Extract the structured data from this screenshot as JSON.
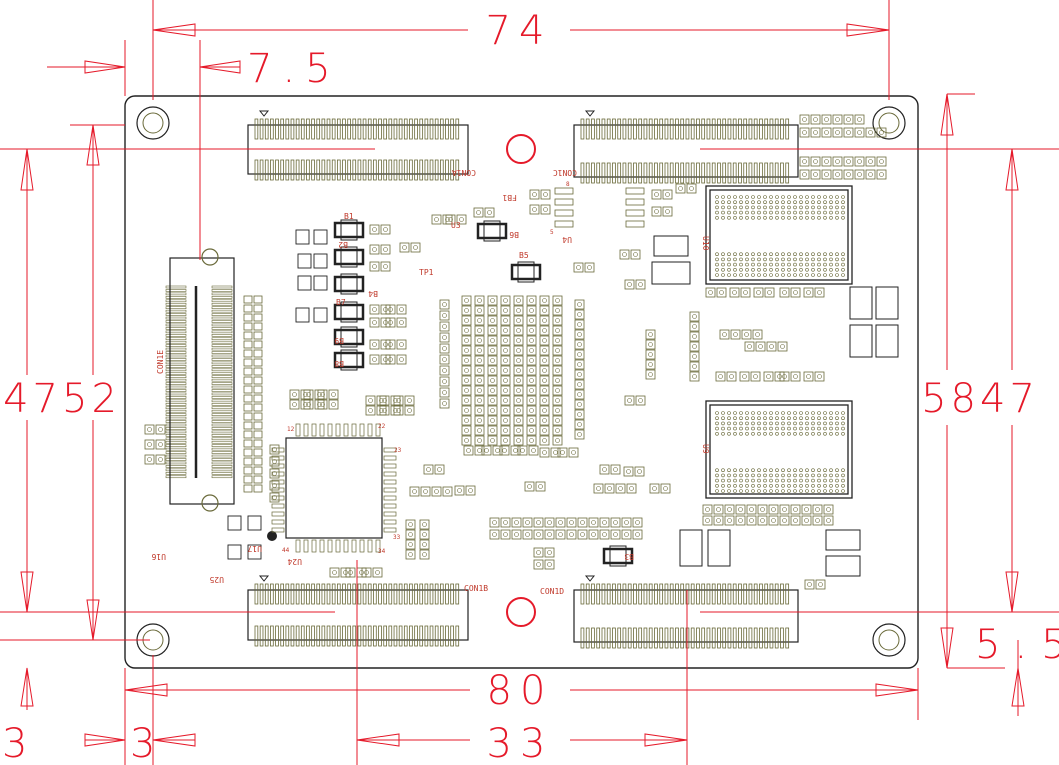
{
  "colors": {
    "dimension": "#e51a2a",
    "outline": "#222222",
    "pad": "#6a6a3a",
    "silk": "#c0392b"
  },
  "dimensions": {
    "top_width": "74",
    "top_offset": "7.5",
    "left_height": "4752",
    "right_height": "5847",
    "bottom_width": "80",
    "bottom_left_a": "3",
    "bottom_left_b": "3",
    "bottom_mid": "33",
    "right_small": "5.5"
  },
  "labels": {
    "con1a": "CON1A",
    "con1b": "CON1B",
    "con1c": "CON1C",
    "con1d": "CON1D",
    "con1e": "CON1E",
    "u3": "U3",
    "u4": "U4",
    "u9": "U9",
    "u10": "U10",
    "u16": "U16",
    "u17": "U17",
    "u24": "U24",
    "u25": "U25",
    "fb1": "FB1",
    "tp1": "TP1",
    "b1": "B1",
    "b2": "B2",
    "b3": "B3",
    "b4": "B4",
    "b5": "B5",
    "b6": "B6",
    "b7": "B7",
    "b8": "B8",
    "b9": "B9",
    "pin12": "12",
    "pin22": "22",
    "pin23": "23",
    "pin33": "33",
    "pin34": "34",
    "pin44": "44",
    "pin8": "8",
    "pin5": "5"
  }
}
